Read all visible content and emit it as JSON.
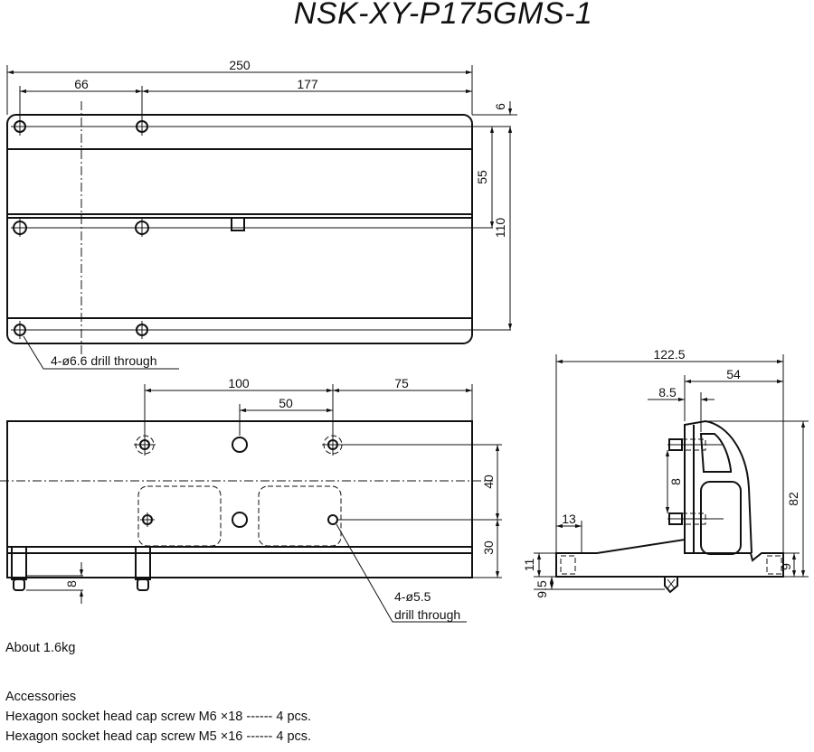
{
  "title": "NSK-XY-P175GMS-1",
  "top_view": {
    "dims": {
      "overall": "250",
      "left": "66",
      "right": "177",
      "edge": "6",
      "mid": "55",
      "height": "110"
    },
    "hole_callout": "4-ø6.6 drill through"
  },
  "front_view": {
    "dims": {
      "pitch_a": "100",
      "pitch_b": "50",
      "edge": "75",
      "upper": "40",
      "lower": "30",
      "offset": "8"
    },
    "hole_callout_line1": "4-ø5.5",
    "hole_callout_line2": "drill through"
  },
  "side_view": {
    "dims": {
      "overall": "122.5",
      "upper": "54",
      "offset": "8.5",
      "screw": "8",
      "height": "82",
      "foot": "13",
      "base": "11",
      "base2": "9.5",
      "right_base": "9"
    }
  },
  "notes": {
    "weight": "About 1.6kg",
    "accessories_heading": "Accessories",
    "accessory_1": "Hexagon socket head cap screw M6 ×18 ------ 4 pcs.",
    "accessory_2": "Hexagon socket head cap screw M5 ×16 ------ 4 pcs."
  }
}
